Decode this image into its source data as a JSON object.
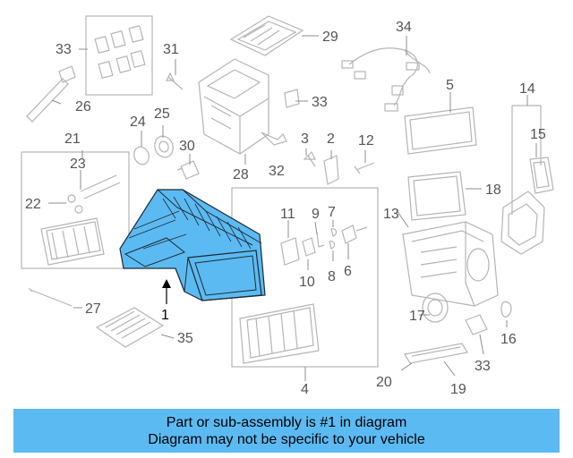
{
  "diagram": {
    "callouts": {
      "n1": "1",
      "n3": "3",
      "n4": "4",
      "n5": "5",
      "n6": "6",
      "n7": "7",
      "n8": "8",
      "n9": "9",
      "n10": "10",
      "n11": "11",
      "n12": "12",
      "n13": "13",
      "n14": "14",
      "n15": "15",
      "n16": "16",
      "n17": "17",
      "n18": "18",
      "n19": "19",
      "n20": "20",
      "n21": "21",
      "n22": "22",
      "n23": "23",
      "n24": "24",
      "n25": "25",
      "n26": "26",
      "n27": "27",
      "n28": "28",
      "n29": "29",
      "n30": "30",
      "n31": "31",
      "n32": "32",
      "n33a": "33",
      "n33b": "33",
      "n33c": "33",
      "n34": "34",
      "n35": "35",
      "n2": "2"
    },
    "highlighted_part": "1",
    "highlight_color": "#5cbaf3"
  },
  "banner": {
    "line1": "Part or sub-assembly is #1 in diagram",
    "line2": "Diagram may not be specific to your vehicle",
    "background": "#5cbaf3"
  }
}
